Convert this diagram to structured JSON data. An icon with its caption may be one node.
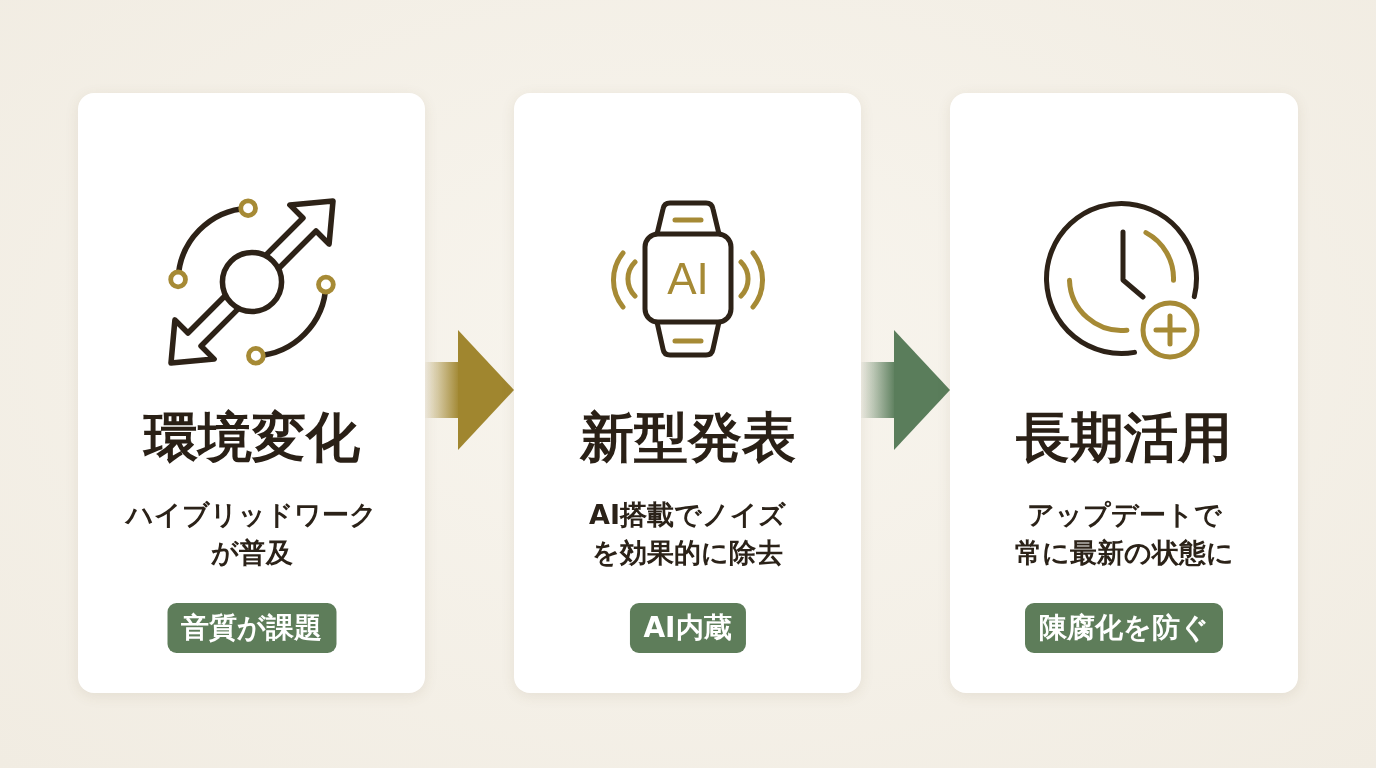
{
  "diagram": {
    "nodes": [
      {
        "text": [
          "環境変化",
          "ハイブリッドワークが普及"
        ]
      },
      {
        "text": [
          "音質が課題"
        ],
        "in": 0
      },
      {
        "text": [
          "新型発表",
          "AI搭載でノイズを効果的に除去"
        ]
      },
      {
        "text": [
          "AI内蔵"
        ],
        "in": 2
      },
      {
        "text": [
          "長期活用",
          "アップデートで常に最新の状態に"
        ]
      },
      {
        "text": [
          "陳腐化を防ぐ"
        ],
        "in": 4
      }
    ],
    "edges": [
      {
        "from": 0,
        "to": 2,
        "arrow": "to",
        "color": "#a0862f"
      },
      {
        "from": 2,
        "to": 4,
        "arrow": "to",
        "color": "#5a7d5b"
      }
    ],
    "labels": [
      "AI"
    ]
  }
}
